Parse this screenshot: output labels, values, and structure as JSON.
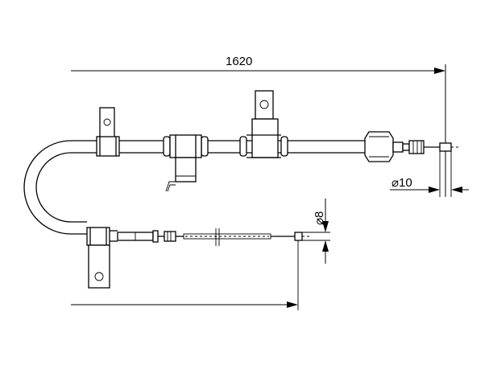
{
  "dimensions": {
    "overall_length": "1620",
    "end_diameter_right": "⌀10",
    "end_diameter_lower": "⌀8"
  }
}
